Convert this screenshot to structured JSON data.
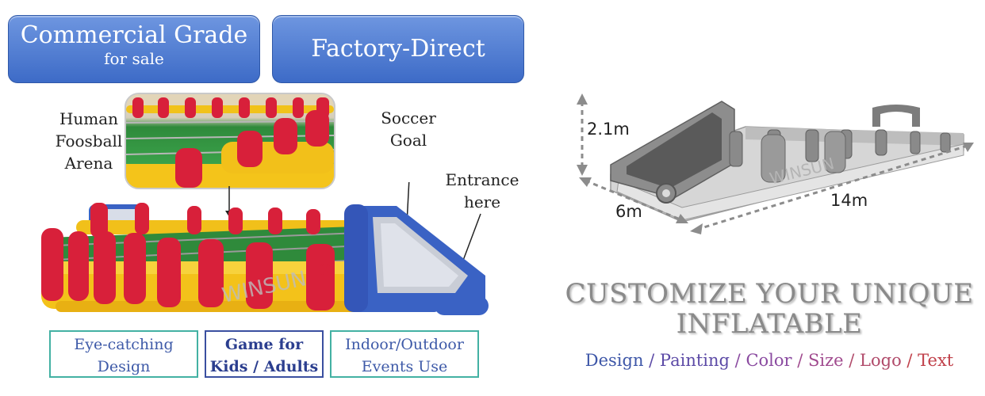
{
  "banners": {
    "commercial": {
      "line1": "Commercial Grade",
      "line2": "for sale"
    },
    "factory": {
      "label": "Factory-Direct"
    }
  },
  "callouts": {
    "arena": [
      "Human",
      "Foosball",
      "Arena"
    ],
    "goal": [
      "Soccer",
      "Goal"
    ],
    "entrance": [
      "Entrance",
      "here"
    ]
  },
  "watermark": "WINSUN",
  "registered_mark": "®",
  "features": [
    {
      "line1": "Eye-catching",
      "line2": "Design"
    },
    {
      "line1": "Game for",
      "line2": "Kids / Adults"
    },
    {
      "line1": "Indoor/Outdoor",
      "line2": "Events Use"
    }
  ],
  "dimensions": {
    "height": "2.1m",
    "width": "6m",
    "length": "14m"
  },
  "customize": {
    "line1": "CUSTOMIZE YOUR UNIQUE",
    "line2": "INFLATABLE",
    "options": [
      {
        "text": "Design",
        "color": "#3e57a8"
      },
      {
        "text": "Painting",
        "color": "#5c4aa6"
      },
      {
        "text": "Color",
        "color": "#8a4aa0"
      },
      {
        "text": "Size",
        "color": "#a04a8e"
      },
      {
        "text": "Logo",
        "color": "#b04a6a"
      },
      {
        "text": "Text",
        "color": "#c0404a"
      }
    ],
    "separator": " / "
  },
  "colors": {
    "banner_blue": "#4f7fd6",
    "inflatable_red": "#d8203a",
    "inflatable_yellow": "#f5c218",
    "goal_blue": "#3a62c4",
    "feature_border": "#43b1a3"
  }
}
